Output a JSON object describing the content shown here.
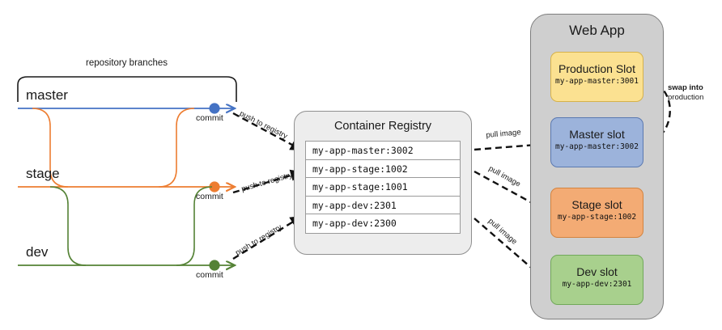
{
  "diagram": {
    "bracket_label": "repository branches",
    "branches": [
      {
        "name": "master",
        "color": "#4472c4",
        "commit_label": "commit",
        "push_label": "push to registry"
      },
      {
        "name": "stage",
        "color": "#ed7d31",
        "commit_label": "commit",
        "push_label": "push to registry"
      },
      {
        "name": "dev",
        "color": "#548235",
        "commit_label": "commit",
        "push_label": "push to registry"
      }
    ],
    "registry": {
      "title": "Container Registry",
      "images": [
        "my-app-master:3002",
        "my-app-stage:1002",
        "my-app-stage:1001",
        "my-app-dev:2301",
        "my-app-dev:2300"
      ]
    },
    "pull_labels": [
      "pull image",
      "pull image",
      "pull image"
    ],
    "webapp": {
      "title": "Web App",
      "slots": [
        {
          "name": "Production Slot",
          "tag": "my-app-master:3001",
          "color": "#fbe191"
        },
        {
          "name": "Master slot",
          "tag": "my-app-master:3002",
          "color": "#9cb3db"
        },
        {
          "name": "Stage slot",
          "tag": "my-app-stage:1002",
          "color": "#f3ab74"
        },
        {
          "name": "Dev slot",
          "tag": "my-app-dev:2301",
          "color": "#a8d08d"
        }
      ],
      "swap_label_line1": "swap into",
      "swap_label_line2": "production"
    }
  }
}
